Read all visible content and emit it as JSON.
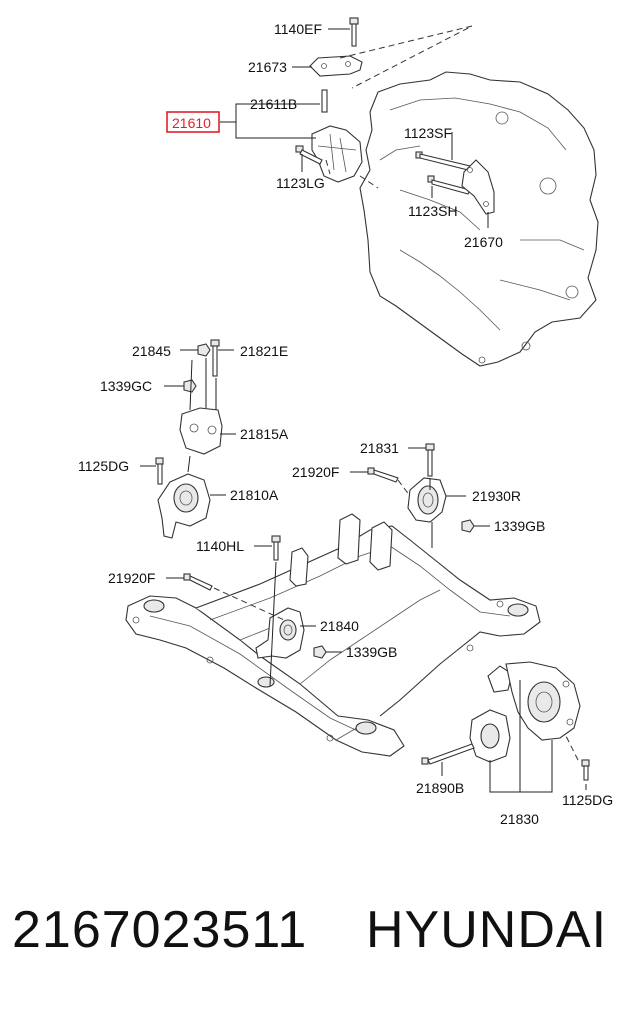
{
  "caption": {
    "part_number": "2167023511",
    "brand": "HYUNDAI"
  },
  "highlight_color": "#e0202a",
  "callouts": {
    "c1140EF": "1140EF",
    "c21673": "21673",
    "c21611B": "21611B",
    "c21610": "21610",
    "c1123LG": "1123LG",
    "c1123SF": "1123SF",
    "c1123SH": "1123SH",
    "c21670": "21670",
    "c21845": "21845",
    "c21821E": "21821E",
    "c1339GC": "1339GC",
    "c21815A": "21815A",
    "c1125DG_left": "1125DG",
    "c21810A": "21810A",
    "c21831": "21831",
    "c21920F_top": "21920F",
    "c21930R": "21930R",
    "c1339GB_right": "1339GB",
    "c1140HL": "1140HL",
    "c21920F_left": "21920F",
    "c21840": "21840",
    "c1339GB_center": "1339GB",
    "c21890B": "21890B",
    "c21830": "21830",
    "c1125DG_right": "1125DG"
  }
}
